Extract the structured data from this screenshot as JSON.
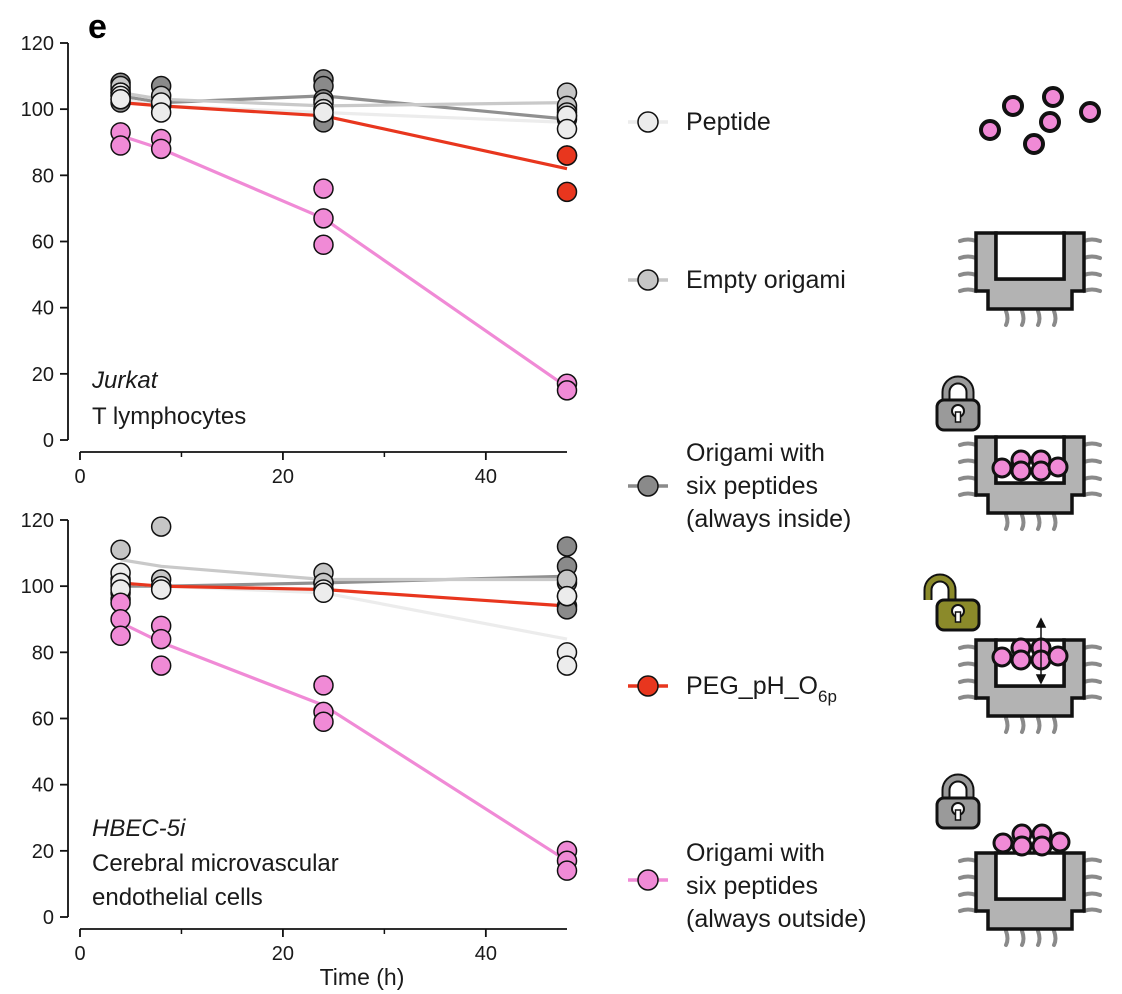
{
  "panel_label": "e",
  "legend": {
    "items": [
      {
        "id": "peptide",
        "lines": [
          "Peptide"
        ],
        "color": "#ececec"
      },
      {
        "id": "empty",
        "lines": [
          "Empty origami"
        ],
        "color": "#c6c6c6"
      },
      {
        "id": "inside",
        "lines": [
          "Origami with",
          "six peptides",
          "(always inside)"
        ],
        "color": "#8a8a8a"
      },
      {
        "id": "peg",
        "lines": [
          "PEG_pH_O"
        ],
        "sub": "6p",
        "color": "#e8361e"
      },
      {
        "id": "outside",
        "lines": [
          "Origami with",
          "six peptides",
          "(always outside)"
        ],
        "color": "#f08ad6"
      }
    ]
  },
  "chart_data": [
    {
      "type": "scatter",
      "panel": "top",
      "annotation": {
        "cell_line": "Jurkat",
        "cell_type": "T lymphocytes"
      },
      "xlabel": "",
      "ylabel": "",
      "xlim": [
        0,
        48
      ],
      "ylim": [
        0,
        120
      ],
      "xticks": [
        0,
        20,
        40
      ],
      "yticks": [
        0,
        20,
        40,
        60,
        80,
        100,
        120
      ],
      "x": [
        4,
        8,
        24,
        48
      ],
      "series": [
        {
          "id": "inside",
          "line": [
            104,
            102,
            104,
            97
          ],
          "points": [
            [
              4,
              108
            ],
            [
              4,
              106
            ],
            [
              4,
              104
            ],
            [
              4,
              102
            ],
            [
              8,
              107
            ],
            [
              8,
              102
            ],
            [
              24,
              109
            ],
            [
              24,
              107
            ],
            [
              24,
              103
            ],
            [
              24,
              98
            ],
            [
              24,
              96
            ],
            [
              48,
              100
            ],
            [
              48,
              98
            ],
            [
              48,
              97
            ],
            [
              48,
              86
            ]
          ]
        },
        {
          "id": "empty",
          "line": [
            105,
            103,
            101,
            102
          ],
          "points": [
            [
              4,
              107
            ],
            [
              4,
              105
            ],
            [
              4,
              103
            ],
            [
              8,
              104
            ],
            [
              8,
              101
            ],
            [
              24,
              102
            ],
            [
              24,
              100
            ],
            [
              48,
              105
            ],
            [
              48,
              101
            ],
            [
              48,
              99
            ]
          ]
        },
        {
          "id": "peptide",
          "line": [
            103,
            101,
            99,
            96
          ],
          "points": [
            [
              4,
              105
            ],
            [
              4,
              104
            ],
            [
              4,
              103
            ],
            [
              8,
              102
            ],
            [
              8,
              99
            ],
            [
              24,
              100
            ],
            [
              24,
              99
            ],
            [
              48,
              98
            ],
            [
              48,
              94
            ]
          ]
        },
        {
          "id": "peg",
          "line": [
            102,
            101,
            98,
            82
          ],
          "points": [
            [
              48,
              86
            ],
            [
              48,
              75
            ]
          ]
        },
        {
          "id": "outside",
          "line": [
            92,
            88,
            67,
            16
          ],
          "points": [
            [
              4,
              93
            ],
            [
              4,
              89
            ],
            [
              8,
              91
            ],
            [
              8,
              88
            ],
            [
              24,
              76
            ],
            [
              24,
              67
            ],
            [
              24,
              59
            ],
            [
              48,
              17
            ],
            [
              48,
              15
            ]
          ]
        }
      ]
    },
    {
      "type": "scatter",
      "panel": "bottom",
      "annotation": {
        "cell_line": "HBEC-5i",
        "cell_type_line1": "Cerebral microvascular",
        "cell_type_line2": "endothelial cells"
      },
      "xlabel": "Time (h)",
      "ylabel": "",
      "xlim": [
        0,
        48
      ],
      "ylim": [
        0,
        120
      ],
      "xticks": [
        0,
        20,
        40
      ],
      "yticks": [
        0,
        20,
        40,
        60,
        80,
        100,
        120
      ],
      "x": [
        4,
        8,
        24,
        48
      ],
      "series": [
        {
          "id": "inside",
          "line": [
            100,
            100,
            101,
            103
          ],
          "points": [
            [
              4,
              100
            ],
            [
              4,
              98
            ],
            [
              4,
              96
            ],
            [
              8,
              100
            ],
            [
              24,
              101
            ],
            [
              48,
              112
            ],
            [
              48,
              106
            ],
            [
              48,
              101
            ],
            [
              48,
              94
            ],
            [
              48,
              93
            ]
          ]
        },
        {
          "id": "empty",
          "line": [
            108,
            106,
            102,
            102
          ],
          "points": [
            [
              4,
              111
            ],
            [
              4,
              102
            ],
            [
              8,
              118
            ],
            [
              8,
              102
            ],
            [
              24,
              104
            ],
            [
              24,
              101
            ],
            [
              48,
              102
            ],
            [
              48,
              97
            ]
          ]
        },
        {
          "id": "peptide",
          "line": [
            101,
            100,
            98,
            84
          ],
          "points": [
            [
              4,
              104
            ],
            [
              4,
              101
            ],
            [
              4,
              99
            ],
            [
              8,
              100
            ],
            [
              8,
              99
            ],
            [
              24,
              99
            ],
            [
              24,
              98
            ],
            [
              48,
              97
            ],
            [
              48,
              80
            ],
            [
              48,
              76
            ]
          ]
        },
        {
          "id": "peg",
          "line": [
            101,
            100,
            99,
            94
          ],
          "points": []
        },
        {
          "id": "outside",
          "line": [
            89,
            83,
            64,
            17
          ],
          "points": [
            [
              4,
              95
            ],
            [
              4,
              90
            ],
            [
              4,
              85
            ],
            [
              8,
              88
            ],
            [
              8,
              84
            ],
            [
              8,
              76
            ],
            [
              24,
              70
            ],
            [
              24,
              62
            ],
            [
              24,
              59
            ],
            [
              48,
              20
            ],
            [
              48,
              17
            ],
            [
              48,
              14
            ]
          ]
        }
      ]
    }
  ]
}
